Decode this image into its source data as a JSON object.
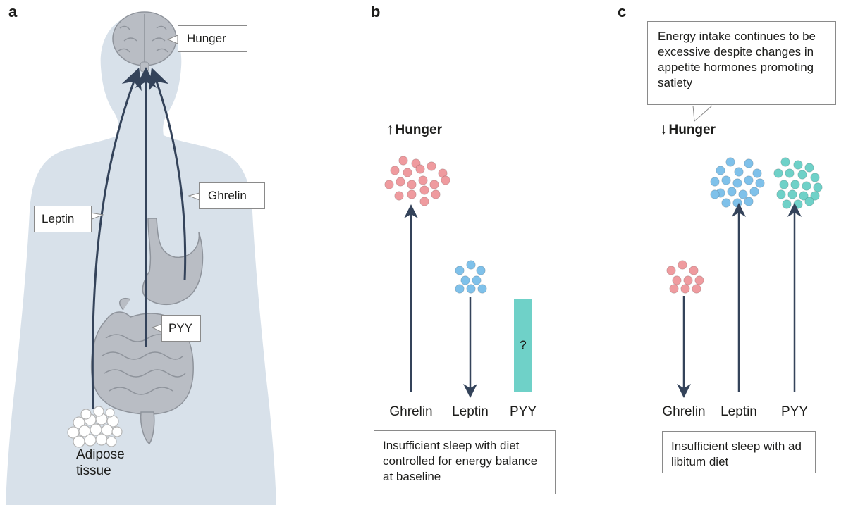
{
  "panels": {
    "a": {
      "letter": "a",
      "labels": {
        "hunger": "Hunger",
        "leptin": "Leptin",
        "ghrelin": "Ghrelin",
        "pyy": "PYY",
        "adipose_line1": "Adipose",
        "adipose_line2": "tissue"
      }
    },
    "b": {
      "letter": "b",
      "hunger_arrow": "↑",
      "hunger_label": "Hunger",
      "hormones": [
        "Ghrelin",
        "Leptin",
        "PYY"
      ],
      "pyy_unknown": "?",
      "caption": "Insufficient sleep with diet controlled for energy balance at baseline"
    },
    "c": {
      "letter": "c",
      "hunger_arrow": "↓",
      "hunger_label": "Hunger",
      "hormones": [
        "Ghrelin",
        "Leptin",
        "PYY"
      ],
      "callout": "Energy intake continues to be excessive despite changes in appetite hormones promoting satiety",
      "caption": "Insufficient sleep with ad libitum diet"
    }
  },
  "colors": {
    "body": "#d8e1ea",
    "organ": "#b9bdc4",
    "organ_dark": "#8e939b",
    "arrow": "#34435a",
    "ghrelin": "#ef9b9f",
    "leptin": "#7fc1ea",
    "pyy": "#6fd1c8",
    "pyy_bar": "#6fd1c8"
  }
}
